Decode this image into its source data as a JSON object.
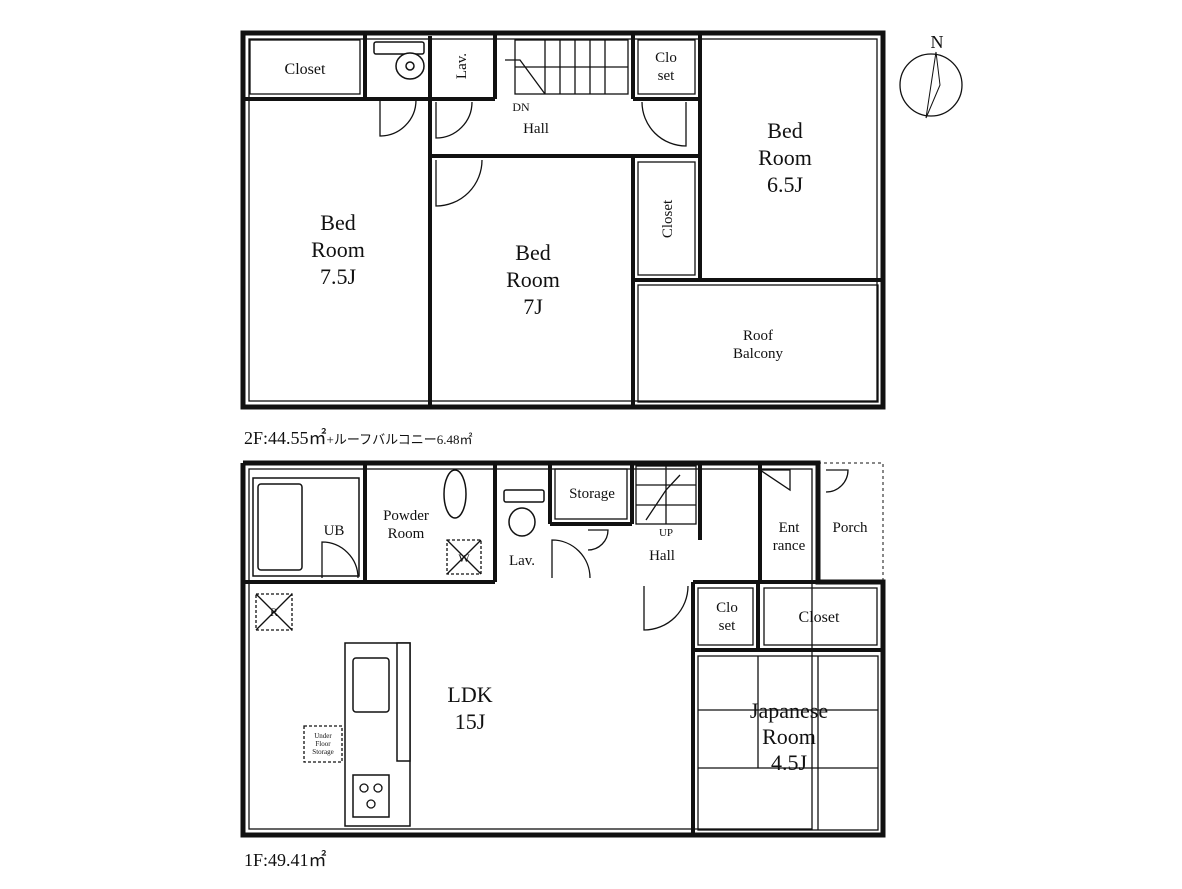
{
  "second_floor": {
    "area_caption": "2F:44.55㎡",
    "balcony_caption": "+ルーフバルコニー6.48㎡",
    "rooms": {
      "closet_nw": "Closet",
      "lav": "Lav.",
      "closet_top": [
        "Clo",
        "set"
      ],
      "stair_dn": "DN",
      "hall": "Hall",
      "bed_west": [
        "Bed",
        "Room",
        "7.5J"
      ],
      "bed_middle": [
        "Bed",
        "Room",
        "7J"
      ],
      "closet_middle": "Closet",
      "bed_east": [
        "Bed",
        "Room",
        "6.5J"
      ],
      "roof_balcony": [
        "Roof",
        "Balcony"
      ]
    }
  },
  "first_floor": {
    "area_caption": "1F:49.41㎡",
    "rooms": {
      "ub": "UB",
      "powder_room": [
        "Powder",
        "Room"
      ],
      "washer": "W",
      "lav": "Lav.",
      "storage": "Storage",
      "stair_up": "UP",
      "hall": "Hall",
      "entrance": [
        "Ent",
        "rance"
      ],
      "porch": "Porch",
      "fridge": "R",
      "closet_small": [
        "Clo",
        "set"
      ],
      "closet_east": "Closet",
      "ldk": [
        "LDK",
        "15J"
      ],
      "under_floor_storage": [
        "Under",
        "Floor",
        "Storage"
      ],
      "japanese_room": [
        "Japanese",
        "Room",
        "4.5J"
      ]
    }
  },
  "compass": {
    "label": "N"
  }
}
